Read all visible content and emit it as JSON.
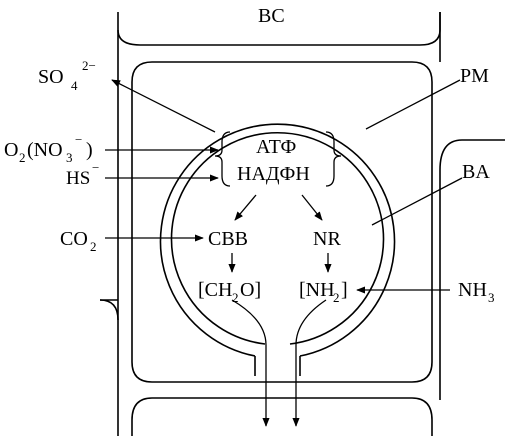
{
  "labels": {
    "bc": "BC",
    "pm": "PM",
    "ba": "BA",
    "so4_base": "SO",
    "so4_sub": "4",
    "so4_sup": "2−",
    "o2_base": "O",
    "o2_sub": "2",
    "no3_base": "(NO",
    "no3_sub": "3",
    "no3_sup": "−",
    "no3_close": ")",
    "hs_base": "HS",
    "hs_sup": "−",
    "co2_base": "CO",
    "co2_sub": "2",
    "atp": "АТФ",
    "nadph": "НАДФН",
    "cbb": "CBB",
    "nr": "NR",
    "ch2o_open": "[CH",
    "ch2o_sub": "2",
    "ch2o_close": "O]",
    "nh2_open": "[NH",
    "nh2_sub": "2",
    "nh2_close": "]",
    "nh3_base": "NH",
    "nh3_sub": "3"
  }
}
